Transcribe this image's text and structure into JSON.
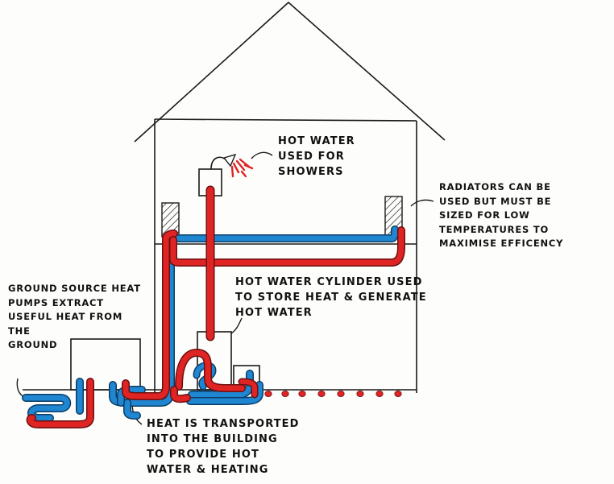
{
  "labels": {
    "shower": [
      "HOT WATER",
      "USED FOR",
      "SHOWERS"
    ],
    "radiators": [
      "RADIATORS CAN BE",
      "USED BUT MUST BE",
      "SIZED FOR LOW",
      "TEMPERATURES TO",
      "MAXIMISE EFFICENCY"
    ],
    "cylinder": [
      "HOT WATER CYLINDER USED",
      "TO STORE HEAT & GENERATE",
      "HOT WATER"
    ],
    "ground_pump": [
      "GROUND SOURCE HEAT",
      "PUMPS EXTRACT",
      "USEFUL HEAT FROM",
      "THE",
      "GROUND"
    ],
    "transport": [
      "HEAT IS TRANSPORTED",
      "INTO THE BUILDING",
      "TO PROVIDE HOT",
      "WATER & HEATING"
    ]
  },
  "colors": {
    "hot_pipe": "#e02424",
    "cold_pipe": "#1f86d1",
    "outline": "#1a1a1a",
    "pipe_edge": "#6b1010"
  }
}
